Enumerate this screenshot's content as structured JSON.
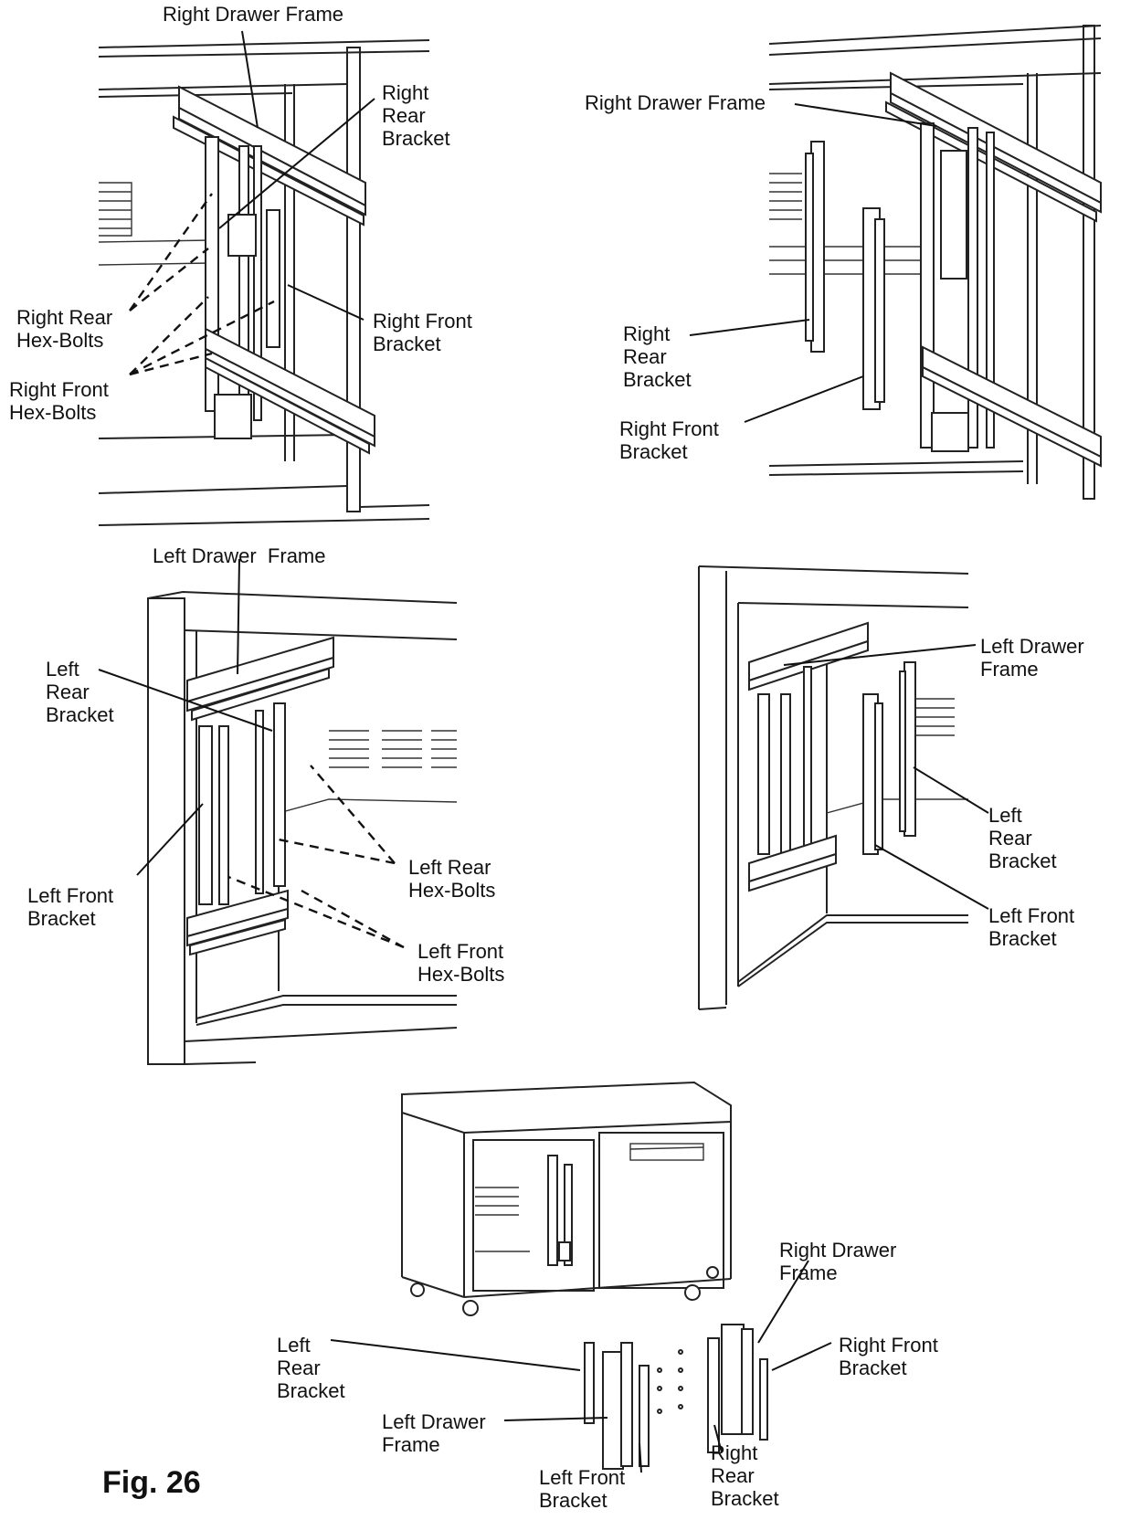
{
  "figure": {
    "caption": "Fig. 26"
  },
  "panels": {
    "top_left": {
      "right_drawer_frame": "Right Drawer Frame",
      "right_rear_bracket": "Right\nRear\nBracket",
      "right_rear_hex_bolts": "Right Rear\nHex-Bolts",
      "right_front_bracket": "Right Front\nBracket",
      "right_front_hex_bolts": "Right Front\nHex-Bolts"
    },
    "top_right": {
      "right_drawer_frame": "Right Drawer Frame",
      "right_rear_bracket": "Right\nRear\nBracket",
      "right_front_bracket": "Right Front\nBracket"
    },
    "middle_left": {
      "left_drawer_frame": "Left Drawer  Frame",
      "left_rear_bracket": "Left\nRear\nBracket",
      "left_front_bracket": "Left Front\nBracket",
      "left_rear_hex_bolts": "Left Rear\nHex-Bolts",
      "left_front_hex_bolts": "Left Front\nHex-Bolts"
    },
    "middle_right": {
      "left_drawer_frame": "Left Drawer\nFrame",
      "left_rear_bracket": "Left\nRear\nBracket",
      "left_front_bracket": "Left Front\nBracket"
    },
    "bottom": {
      "right_drawer_frame": "Right Drawer\nFrame",
      "right_front_bracket": "Right Front\nBracket",
      "left_rear_bracket": "Left\nRear\nBracket",
      "left_drawer_frame": "Left Drawer\nFrame",
      "left_front_bracket": "Left Front\nBracket",
      "right_rear_bracket": "Right\nRear\nBracket"
    }
  }
}
